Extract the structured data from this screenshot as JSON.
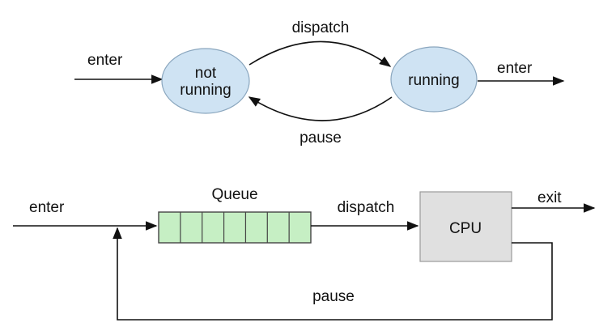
{
  "top": {
    "states": [
      {
        "id": "not_running",
        "line1": "not",
        "line2": "running"
      },
      {
        "id": "running",
        "label": "running"
      }
    ],
    "edges": {
      "enter_in": "enter",
      "dispatch": "dispatch",
      "pause": "pause",
      "enter_out": "enter"
    }
  },
  "bottom": {
    "enter_label": "enter",
    "queue_label": "Queue",
    "queue_slots": 7,
    "dispatch_label": "dispatch",
    "cpu_label": "CPU",
    "exit_label": "exit",
    "pause_label": "pause"
  },
  "colors": {
    "state_fill": "#cfe3f3",
    "state_stroke": "#8aa6be",
    "queue_fill": "#c6efc4",
    "queue_stroke": "#444444",
    "cpu_fill": "#e0e0e0",
    "cpu_stroke": "#9a9a9a",
    "line": "#111111"
  }
}
